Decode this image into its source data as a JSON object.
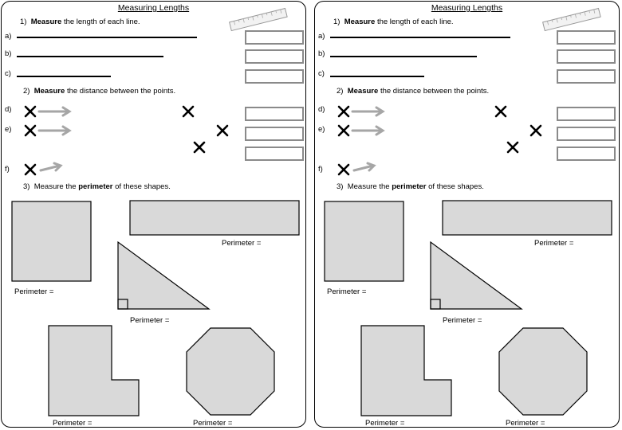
{
  "worksheet": {
    "title": "Measuring Lengths",
    "q1": {
      "number": "1)",
      "bold": "Measure",
      "rest": "the length of each line."
    },
    "q2": {
      "number": "2)",
      "bold": "Measure",
      "rest": "the distance between the points."
    },
    "q3": {
      "number": "3)",
      "pre": "Measure the",
      "bold": "perimeter",
      "rest": "of these shapes."
    },
    "labels": {
      "a": "a)",
      "b": "b)",
      "c": "c)",
      "d": "d)",
      "e": "e)",
      "f": "f)"
    },
    "perimeter_label": "Perimeter =",
    "icons": {
      "ruler": "ruler-icon",
      "cross": "cross-icon",
      "arrow": "arrow-icon"
    },
    "colors": {
      "shape_fill": "#d9d9d9",
      "arrow": "#a6a6a6",
      "box_border": "#8a8a8a"
    }
  }
}
